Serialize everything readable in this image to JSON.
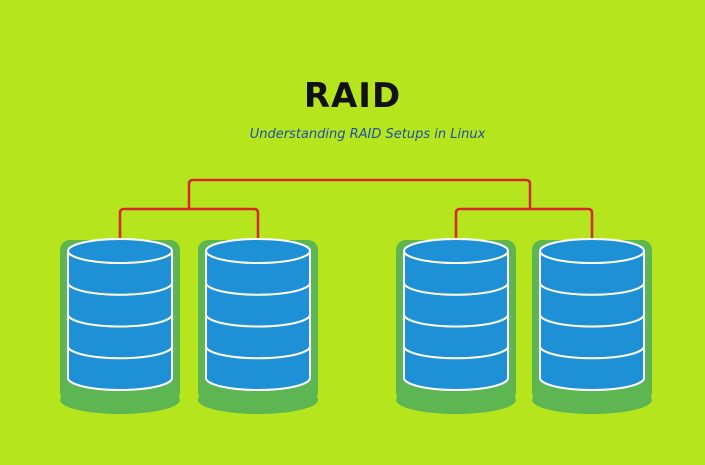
{
  "title": "RAID",
  "subtitle": "Understanding RAID Setups in Linux",
  "colors": {
    "background": "#b5e61d",
    "disk_fill": "#1e90d6",
    "disk_stroke": "#ffffff",
    "shadow": "#5db651",
    "connector": "#d9262a",
    "title": "#111111",
    "subtitle": "#1f4fa6"
  },
  "diagram": {
    "disk_groups": 2,
    "disks_per_group": 2,
    "platters_per_disk": 4
  }
}
